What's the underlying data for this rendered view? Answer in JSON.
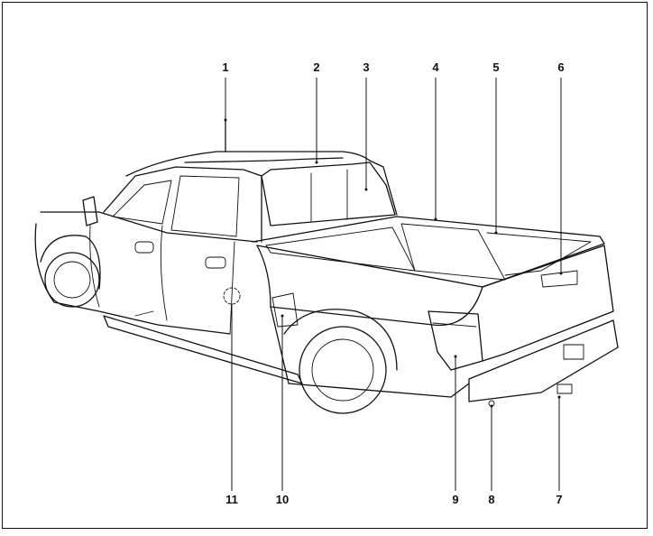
{
  "diagram": {
    "callouts": [
      {
        "label": "1",
        "name": "callout-1"
      },
      {
        "label": "2",
        "name": "callout-2"
      },
      {
        "label": "3",
        "name": "callout-3"
      },
      {
        "label": "4",
        "name": "callout-4"
      },
      {
        "label": "5",
        "name": "callout-5"
      },
      {
        "label": "6",
        "name": "callout-6"
      },
      {
        "label": "7",
        "name": "callout-7"
      },
      {
        "label": "8",
        "name": "callout-8"
      },
      {
        "label": "9",
        "name": "callout-9"
      },
      {
        "label": "10",
        "name": "callout-10"
      },
      {
        "label": "11",
        "name": "callout-11"
      }
    ]
  }
}
